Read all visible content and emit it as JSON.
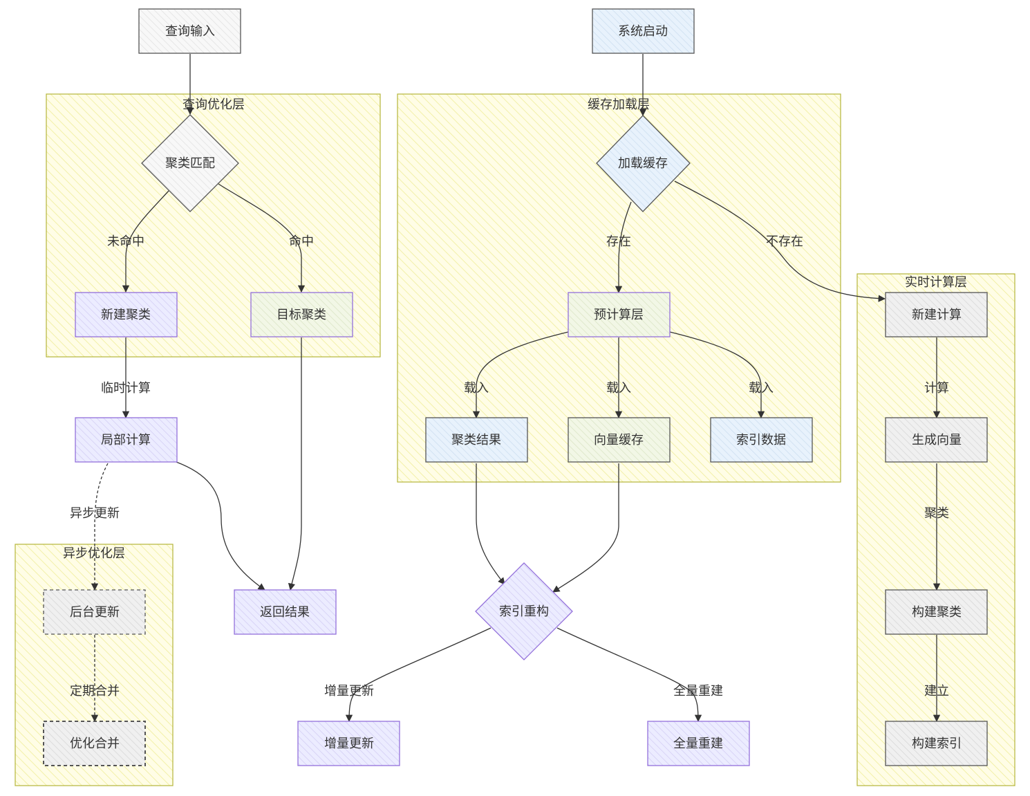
{
  "groups": {
    "query_opt": "查询优化层",
    "cache_load": "缓存加载层",
    "realtime": "实时计算层",
    "async_opt": "异步优化层"
  },
  "nodes": {
    "query_input": "查询输入",
    "system_start": "系统启动",
    "cluster_match": "聚类匹配",
    "load_cache": "加载缓存",
    "new_cluster": "新建聚类",
    "target_cluster": "目标聚类",
    "precompute": "预计算层",
    "new_compute": "新建计算",
    "local_compute": "局部计算",
    "cluster_result": "聚类结果",
    "vector_cache": "向量缓存",
    "index_data": "索引数据",
    "gen_vector": "生成向量",
    "bg_update": "后台更新",
    "return_result": "返回结果",
    "index_rebuild": "索引重构",
    "build_cluster": "构建聚类",
    "opt_merge": "优化合并",
    "incr_update": "增量更新",
    "full_rebuild": "全量重建",
    "build_index": "构建索引"
  },
  "edges": {
    "miss": "未命中",
    "hit": "命中",
    "exists": "存在",
    "not_exists": "不存在",
    "temp_compute": "临时计算",
    "load_1": "载入",
    "load_2": "载入",
    "load_3": "载入",
    "compute": "计算",
    "async_update": "异步更新",
    "cluster": "聚类",
    "periodic_merge": "定期合并",
    "incr_update": "增量更新",
    "full_rebuild": "全量重建",
    "build": "建立"
  },
  "colors": {
    "group_fill": "#fffde6",
    "group_stroke": "#b5b53a",
    "white_fill": "#f7f7f7",
    "white_stroke": "#555555",
    "purple_fill": "#ececff",
    "purple_stroke": "#9370db",
    "blue_fill": "#e8f2fc",
    "blue_stroke": "#555555",
    "green_fill": "#f2f7e6",
    "gray_fill": "#eeeeee",
    "edge": "#333333"
  }
}
